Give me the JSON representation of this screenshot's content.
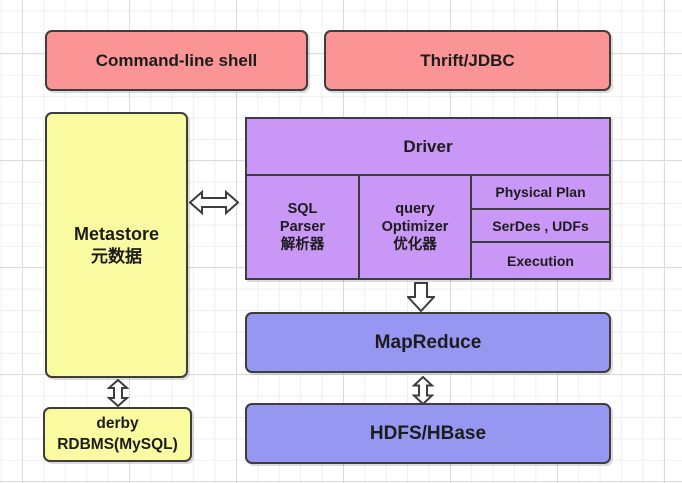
{
  "colors": {
    "pink": "#fb9595",
    "yellow": "#fafaa1",
    "purple": "#c997f5",
    "blue": "#9697f0",
    "border": "#3d3d3d",
    "text": "#1c1c1c"
  },
  "nodes": {
    "command_line_shell": {
      "label": "Command-line shell"
    },
    "thrift_jdbc": {
      "label": "Thrift/JDBC"
    },
    "metastore": {
      "line1": "Metastore",
      "line2": "元数据"
    },
    "driver": {
      "label": "Driver",
      "sql_parser": {
        "line1": "SQL",
        "line2": "Parser",
        "line3": "解析器"
      },
      "query_optimizer": {
        "line1": "query",
        "line2": "Optimizer",
        "line3": "优化器"
      },
      "physical_plan": {
        "label": "Physical Plan"
      },
      "serdes_udfs": {
        "label": "SerDes , UDFs"
      },
      "execution": {
        "label": "Execution"
      }
    },
    "mapreduce": {
      "label": "MapReduce"
    },
    "hdfs_hbase": {
      "label": "HDFS/HBase"
    },
    "derby": {
      "line1": "derby",
      "line2": "RDBMS(MySQL)"
    }
  },
  "connections": {
    "metastore_driver": "bidirectional",
    "driver_mapreduce": "down",
    "mapreduce_hdfs": "bidirectional",
    "metastore_derby": "bidirectional"
  }
}
